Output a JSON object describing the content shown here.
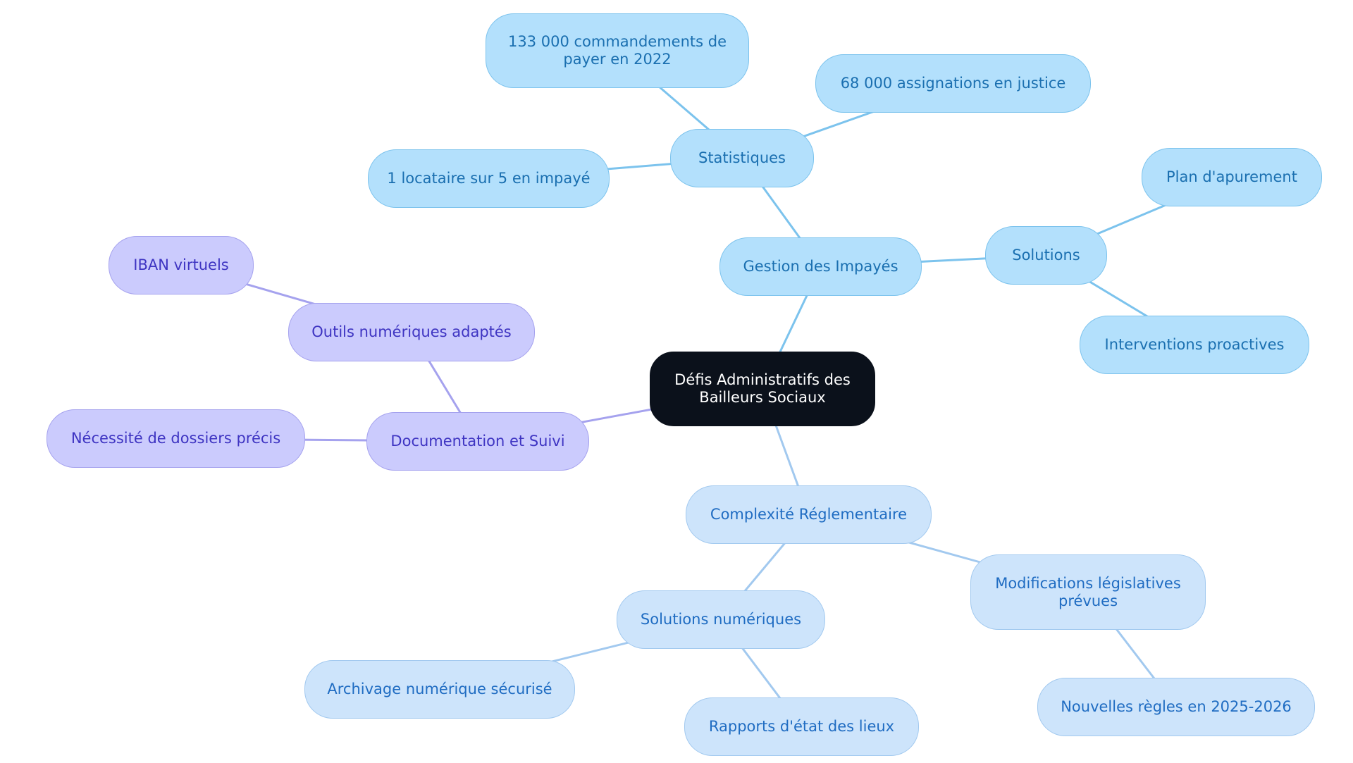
{
  "diagram": {
    "type": "mindmap",
    "colors": {
      "root": {
        "fill": "#0b111b",
        "border": "#0b111b",
        "text": "#ffffff"
      },
      "impayes": {
        "fill": "#b3e0fc",
        "border": "#7cc3ed",
        "text": "#1a6fb0",
        "edge": "#7cc3ed"
      },
      "reglementaire": {
        "fill": "#cde4fb",
        "border": "#a2c9ef",
        "text": "#1f6cc2",
        "edge": "#a2c9ef"
      },
      "documentation": {
        "fill": "#cbcbfd",
        "border": "#a5a2ee",
        "text": "#3e34c2",
        "edge": "#a5a2ee"
      }
    },
    "root": {
      "label": "Défis Administratifs des Bailleurs Sociaux"
    },
    "nodes": {
      "impayes": {
        "label": "Gestion des Impayés"
      },
      "statistiques": {
        "label": "Statistiques"
      },
      "commandements": {
        "label": "133 000 commandements de payer en 2022"
      },
      "assignations": {
        "label": "68 000 assignations en justice"
      },
      "locataire": {
        "label": "1 locataire sur 5 en impayé"
      },
      "solutions": {
        "label": "Solutions"
      },
      "apurement": {
        "label": "Plan d'apurement"
      },
      "interventions": {
        "label": "Interventions proactives"
      },
      "documentation": {
        "label": "Documentation et Suivi"
      },
      "outils": {
        "label": "Outils numériques adaptés"
      },
      "iban": {
        "label": "IBAN virtuels"
      },
      "dossiers": {
        "label": "Nécessité de dossiers précis"
      },
      "reglementaire": {
        "label": "Complexité Réglementaire"
      },
      "solnum": {
        "label": "Solutions numériques"
      },
      "archivage": {
        "label": "Archivage numérique sécurisé"
      },
      "rapports": {
        "label": "Rapports d'état des lieux"
      },
      "modifications": {
        "label": "Modifications législatives prévues"
      },
      "regles": {
        "label": "Nouvelles règles en 2025-2026"
      }
    },
    "edges": [
      [
        "root",
        "impayes"
      ],
      [
        "impayes",
        "statistiques"
      ],
      [
        "statistiques",
        "commandements"
      ],
      [
        "statistiques",
        "assignations"
      ],
      [
        "statistiques",
        "locataire"
      ],
      [
        "impayes",
        "solutions"
      ],
      [
        "solutions",
        "apurement"
      ],
      [
        "solutions",
        "interventions"
      ],
      [
        "root",
        "documentation"
      ],
      [
        "documentation",
        "outils"
      ],
      [
        "outils",
        "iban"
      ],
      [
        "documentation",
        "dossiers"
      ],
      [
        "root",
        "reglementaire"
      ],
      [
        "reglementaire",
        "solnum"
      ],
      [
        "solnum",
        "archivage"
      ],
      [
        "solnum",
        "rapports"
      ],
      [
        "reglementaire",
        "modifications"
      ],
      [
        "modifications",
        "regles"
      ]
    ]
  }
}
